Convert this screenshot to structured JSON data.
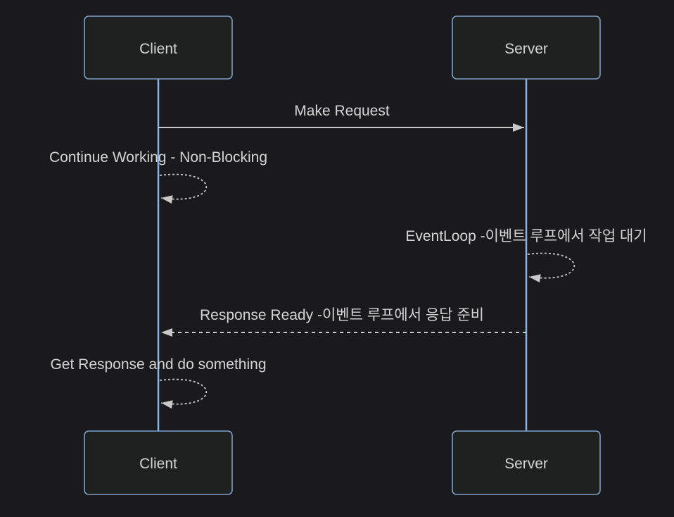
{
  "colors": {
    "bg": "#1a1a1e",
    "actor-fill": "#1f2121",
    "actor-border": "#7d9fc6",
    "lifeline": "#8ab2de",
    "text": "#d4d4d4",
    "arrow": "#c9c9c9"
  },
  "diagram": {
    "type": "sequence-diagram",
    "actors": [
      {
        "name": "Client"
      },
      {
        "name": "Server"
      }
    ],
    "messages": [
      {
        "label": "Make Request",
        "from": "Client",
        "to": "Server",
        "line": "solid",
        "self": false
      },
      {
        "label": "Continue Working - Non-Blocking",
        "from": "Client",
        "to": "Client",
        "line": "dashed",
        "self": true
      },
      {
        "label": "EventLoop -이벤트 루프에서 작업 대기",
        "from": "Server",
        "to": "Server",
        "line": "dashed",
        "self": true
      },
      {
        "label": "Response Ready -이벤트 루프에서 응답 준비",
        "from": "Server",
        "to": "Client",
        "line": "dashed",
        "self": false
      },
      {
        "label": "Get Response and do something",
        "from": "Client",
        "to": "Client",
        "line": "dashed",
        "self": true
      }
    ]
  }
}
